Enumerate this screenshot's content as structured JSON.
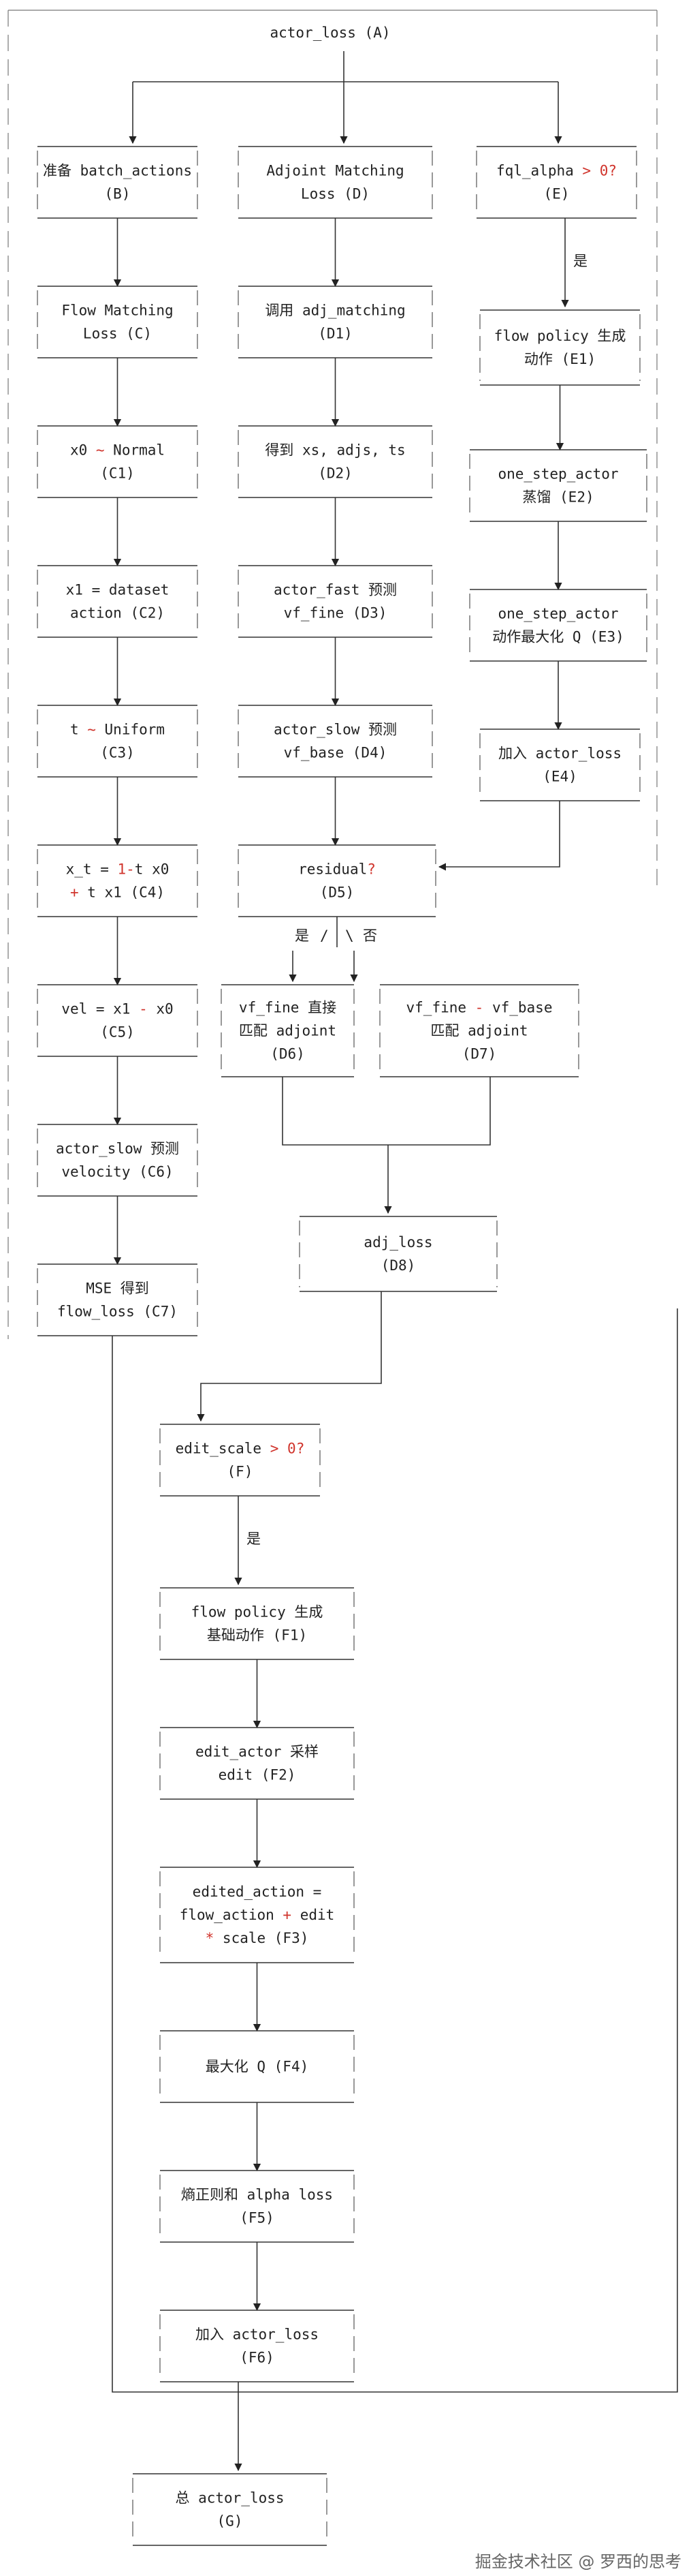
{
  "title": "actor_loss (A)",
  "nodes": [
    {
      "id": "B",
      "lines": [
        "准备 batch_actions",
        "(B)"
      ]
    },
    {
      "id": "C",
      "lines": [
        "Flow Matching",
        "Loss (C)"
      ]
    },
    {
      "id": "C1",
      "lines": [
        "x0 ~ Normal",
        "(C1)"
      ]
    },
    {
      "id": "C2",
      "lines": [
        "x1 = dataset",
        "action (C2)"
      ]
    },
    {
      "id": "C3",
      "lines": [
        "t ~ Uniform",
        "(C3)"
      ]
    },
    {
      "id": "C4",
      "lines": [
        "x_t = 1-t x0",
        "+ t x1 (C4)"
      ]
    },
    {
      "id": "C5",
      "lines": [
        "vel = x1 - x0",
        "(C5)"
      ]
    },
    {
      "id": "C6",
      "lines": [
        "actor_slow 预测",
        "velocity (C6)"
      ]
    },
    {
      "id": "C7",
      "lines": [
        "MSE 得到",
        "flow_loss (C7)"
      ]
    },
    {
      "id": "D",
      "lines": [
        "Adjoint Matching",
        "Loss (D)"
      ]
    },
    {
      "id": "D1",
      "lines": [
        "调用 adj_matching",
        "(D1)"
      ]
    },
    {
      "id": "D2",
      "lines": [
        "得到 xs, adjs, ts",
        "(D2)"
      ]
    },
    {
      "id": "D3",
      "lines": [
        "actor_fast 预测",
        "vf_fine (D3)"
      ]
    },
    {
      "id": "D4",
      "lines": [
        "actor_slow 预测",
        "vf_base (D4)"
      ]
    },
    {
      "id": "D5",
      "lines": [
        "residual?",
        "(D5)"
      ]
    },
    {
      "id": "D6",
      "lines": [
        "vf_fine 直接",
        "匹配 adjoint",
        "(D6)"
      ]
    },
    {
      "id": "D7",
      "lines": [
        "vf_fine - vf_base",
        "匹配 adjoint",
        "(D7)"
      ]
    },
    {
      "id": "D8",
      "lines": [
        "adj_loss",
        "(D8)"
      ]
    },
    {
      "id": "E",
      "lines": [
        "fql_alpha > 0?",
        "(E)"
      ]
    },
    {
      "id": "E1",
      "lines": [
        "flow policy 生成",
        "动作 (E1)"
      ]
    },
    {
      "id": "E2",
      "lines": [
        "one_step_actor",
        "蒸馏 (E2)"
      ]
    },
    {
      "id": "E3",
      "lines": [
        "one_step_actor",
        "动作最大化 Q (E3)"
      ]
    },
    {
      "id": "E4",
      "lines": [
        "加入 actor_loss",
        "(E4)"
      ]
    },
    {
      "id": "F",
      "lines": [
        "edit_scale > 0?",
        "(F)"
      ]
    },
    {
      "id": "F1",
      "lines": [
        "flow policy 生成",
        "基础动作 (F1)"
      ]
    },
    {
      "id": "F2",
      "lines": [
        "edit_actor 采样",
        "edit (F2)"
      ]
    },
    {
      "id": "F3",
      "lines": [
        "edited_action =",
        "flow_action + edit",
        "* scale (F3)"
      ]
    },
    {
      "id": "F4",
      "lines": [
        "最大化 Q (F4)"
      ]
    },
    {
      "id": "F5",
      "lines": [
        "熵正则和 alpha loss",
        "(F5)"
      ]
    },
    {
      "id": "F6",
      "lines": [
        "加入 actor_loss",
        "(F6)"
      ]
    },
    {
      "id": "G",
      "lines": [
        "总 actor_loss",
        "(G)"
      ]
    }
  ],
  "labels": {
    "yes_e": "是",
    "yes_f": "是",
    "d5_yes": "是",
    "d5_slash": "/",
    "d5_backslash": "\\",
    "d5_no": "否"
  },
  "watermark": "掘金技术社区 @ 罗西的思考",
  "colors": {
    "line": "#333333",
    "accent": "#d0342c"
  }
}
